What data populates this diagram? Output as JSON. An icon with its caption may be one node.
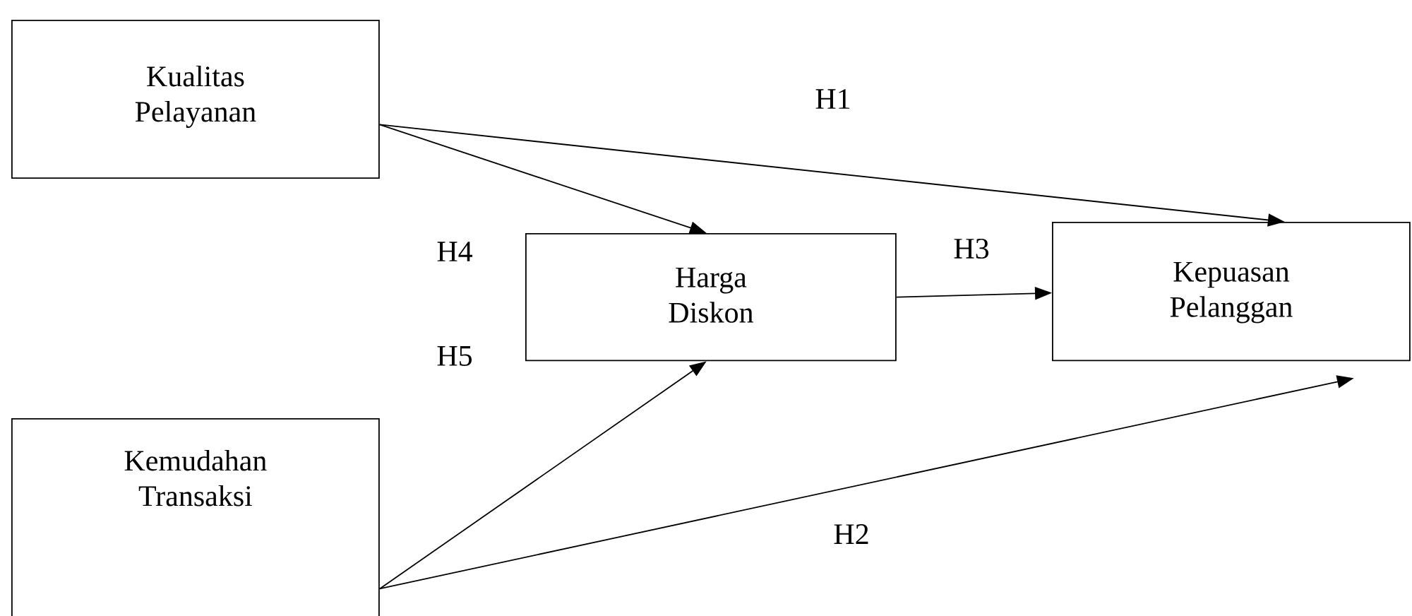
{
  "diagram": {
    "nodes": [
      {
        "text": [
          "Kualitas Pelayanan"
        ]
      },
      {
        "text": [
          "Harga Diskon"
        ]
      },
      {
        "text": [
          "Kepuasan Pelanggan"
        ]
      },
      {
        "text": [
          "Kemudahan Transaksi"
        ]
      }
    ],
    "edges": [
      {
        "from": 0,
        "to": 2,
        "arrow": "to",
        "label": "H1"
      },
      {
        "from": 0,
        "to": 1,
        "arrow": "to",
        "label": "H4"
      },
      {
        "from": 1,
        "to": 2,
        "arrow": "to",
        "label": "H3"
      },
      {
        "from": 3,
        "to": 1,
        "arrow": "to",
        "label": "H5"
      },
      {
        "from": 3,
        "to": 2,
        "arrow": "to",
        "label": "H2"
      }
    ]
  }
}
